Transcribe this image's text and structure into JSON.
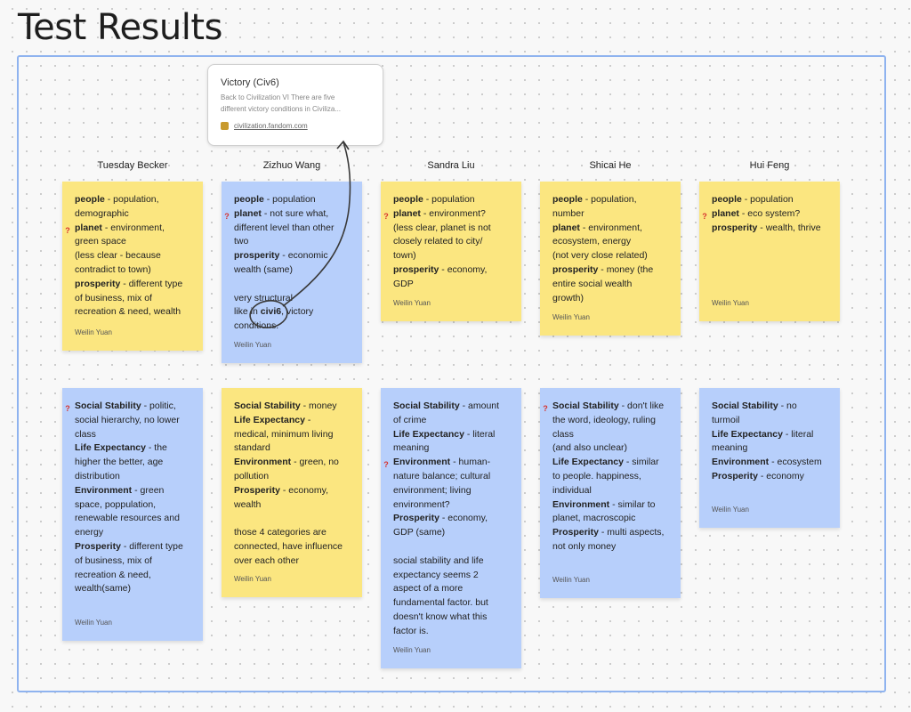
{
  "page": {
    "title": "Test Results"
  },
  "link_card": {
    "title": "Victory (Civ6)",
    "description_line1": "Back to Civilization VI There are five",
    "description_line2": "different victory conditions in Civiliza...",
    "domain": "civilization.fandom.com"
  },
  "columns": [
    {
      "name": "Tuesday Becker",
      "top_note": {
        "color": "yellow",
        "author": "Weilin Yuan",
        "lines": [
          {
            "bold": "people",
            "text": " - population,"
          },
          {
            "bold": "",
            "text": "demographic"
          },
          {
            "bold": "planet",
            "text": " - environment,",
            "flag": "?"
          },
          {
            "bold": "",
            "text": "green space"
          },
          {
            "bold": "",
            "text": "(less clear - because"
          },
          {
            "bold": "",
            "text": "contradict to town)"
          },
          {
            "bold": "prosperity",
            "text": " - different type"
          },
          {
            "bold": "",
            "text": "of business, mix of"
          },
          {
            "bold": "",
            "text": "recreation & need, wealth"
          }
        ]
      },
      "bottom_note": {
        "color": "blue",
        "author": "Weilin Yuan",
        "lines": [
          {
            "bold": "Social Stability",
            "text": " - politic,",
            "flag": "?"
          },
          {
            "bold": "",
            "text": "social hierarchy, no lower"
          },
          {
            "bold": "",
            "text": "class"
          },
          {
            "bold": "Life Expectancy",
            "text": " - the"
          },
          {
            "bold": "",
            "text": "higher the better, age"
          },
          {
            "bold": "",
            "text": "distribution"
          },
          {
            "bold": "Environment",
            "text": " - green"
          },
          {
            "bold": "",
            "text": "space, poppulation,"
          },
          {
            "bold": "",
            "text": "renewable resources and"
          },
          {
            "bold": "",
            "text": "energy"
          },
          {
            "bold": "Prosperity",
            "text": " - different type"
          },
          {
            "bold": "",
            "text": "of business, mix of"
          },
          {
            "bold": "",
            "text": "recreation & need,"
          },
          {
            "bold": "",
            "text": "wealth(same)"
          }
        ]
      }
    },
    {
      "name": "Zizhuo Wang",
      "top_note": {
        "color": "blue",
        "author": "Weilin Yuan",
        "lines": [
          {
            "bold": "people",
            "text": " - population"
          },
          {
            "bold": "planet",
            "text": " - not sure what,",
            "flag": "?"
          },
          {
            "bold": "",
            "text": "different level than other"
          },
          {
            "bold": "",
            "text": "two"
          },
          {
            "bold": "prosperity",
            "text": " - economic"
          },
          {
            "bold": "",
            "text": "wealth (same)"
          },
          {
            "bold": "",
            "text": "very structural",
            "gap": true
          },
          {
            "bold": "",
            "text": "like in ",
            "bold2": "civi6",
            "text2": ", victory"
          },
          {
            "bold": "",
            "text": "conditions."
          }
        ]
      },
      "bottom_note": {
        "color": "yellow",
        "author": "Weilin Yuan",
        "lines": [
          {
            "bold": "Social Stability",
            "text": " - money"
          },
          {
            "bold": "Life Expectancy",
            "text": " -"
          },
          {
            "bold": "",
            "text": "medical, minimum living"
          },
          {
            "bold": "",
            "text": "standard"
          },
          {
            "bold": "Environment",
            "text": " - green, no"
          },
          {
            "bold": "",
            "text": "pollution"
          },
          {
            "bold": "Prosperity",
            "text": " - economy,"
          },
          {
            "bold": "",
            "text": "wealth"
          },
          {
            "bold": "",
            "text": "those 4 categories are",
            "gap": true
          },
          {
            "bold": "",
            "text": "connected, have influence"
          },
          {
            "bold": "",
            "text": "over each other"
          }
        ]
      }
    },
    {
      "name": "Sandra Liu",
      "top_note": {
        "color": "yellow",
        "author": "Weilin Yuan",
        "lines": [
          {
            "bold": "people",
            "text": " - population"
          },
          {
            "bold": "planet",
            "text": " - environment?",
            "flag": "?"
          },
          {
            "bold": "",
            "text": "(less clear, planet is not"
          },
          {
            "bold": "",
            "text": "closely related to city/"
          },
          {
            "bold": "",
            "text": "town)"
          },
          {
            "bold": "prosperity",
            "text": " - economy,"
          },
          {
            "bold": "",
            "text": "GDP"
          }
        ]
      },
      "bottom_note": {
        "color": "blue",
        "author": "Weilin Yuan",
        "lines": [
          {
            "bold": "Social Stability",
            "text": " - amount"
          },
          {
            "bold": "",
            "text": "of crime"
          },
          {
            "bold": "Life Expectancy",
            "text": " - literal"
          },
          {
            "bold": "",
            "text": "meaning"
          },
          {
            "bold": "Environment",
            "text": " - human-",
            "flag": "?"
          },
          {
            "bold": "",
            "text": "nature balance; cultural"
          },
          {
            "bold": "",
            "text": "environment; living"
          },
          {
            "bold": "",
            "text": "environment?"
          },
          {
            "bold": "Prosperity",
            "text": " - economy,"
          },
          {
            "bold": "",
            "text": "GDP (same)"
          },
          {
            "bold": "",
            "text": "social stability and life",
            "gap": true
          },
          {
            "bold": "",
            "text": "expectancy seems 2"
          },
          {
            "bold": "",
            "text": "aspect of a more"
          },
          {
            "bold": "",
            "text": "fundamental factor. but"
          },
          {
            "bold": "",
            "text": "doesn't know what this"
          },
          {
            "bold": "",
            "text": "factor is."
          }
        ]
      }
    },
    {
      "name": "Shicai He",
      "top_note": {
        "color": "yellow",
        "author": "Weilin Yuan",
        "lines": [
          {
            "bold": "people",
            "text": " - population,"
          },
          {
            "bold": "",
            "text": "number"
          },
          {
            "bold": "planet",
            "text": " - environment,"
          },
          {
            "bold": "",
            "text": "ecosystem, energy"
          },
          {
            "bold": "",
            "text": "(not very close related)"
          },
          {
            "bold": "prosperity",
            "text": " - money (the"
          },
          {
            "bold": "",
            "text": "entire social wealth"
          },
          {
            "bold": "",
            "text": "growth)"
          }
        ]
      },
      "bottom_note": {
        "color": "blue",
        "author": "Weilin Yuan",
        "lines": [
          {
            "bold": "Social Stability",
            "text": " - don't like",
            "flag": "?"
          },
          {
            "bold": "",
            "text": "the word, ideology, ruling"
          },
          {
            "bold": "",
            "text": "class"
          },
          {
            "bold": "",
            "text": "(and also unclear)"
          },
          {
            "bold": "Life Expectancy",
            "text": " - similar"
          },
          {
            "bold": "",
            "text": "to people. happiness,"
          },
          {
            "bold": "",
            "text": "individual"
          },
          {
            "bold": "Environment",
            "text": " - similar to"
          },
          {
            "bold": "",
            "text": "planet, macroscopic"
          },
          {
            "bold": "Prosperity",
            "text": " - multi aspects,"
          },
          {
            "bold": "",
            "text": "not only money"
          }
        ]
      }
    },
    {
      "name": "Hui Feng",
      "top_note": {
        "color": "yellow",
        "author": "Weilin Yuan",
        "lines": [
          {
            "bold": "people",
            "text": " - population"
          },
          {
            "bold": "planet",
            "text": " - eco system?",
            "flag": "?"
          },
          {
            "bold": "prosperity",
            "text": " - wealth, thrive"
          }
        ]
      },
      "bottom_note": {
        "color": "blue",
        "author": "Weilin Yuan",
        "lines": [
          {
            "bold": "Social Stability",
            "text": " - no"
          },
          {
            "bold": "",
            "text": "turmoil"
          },
          {
            "bold": "Life Expectancy",
            "text": " - literal"
          },
          {
            "bold": "",
            "text": "meaning"
          },
          {
            "bold": "Environment",
            "text": " - ecosystem"
          },
          {
            "bold": "Prosperity",
            "text": " - economy"
          }
        ]
      }
    }
  ]
}
